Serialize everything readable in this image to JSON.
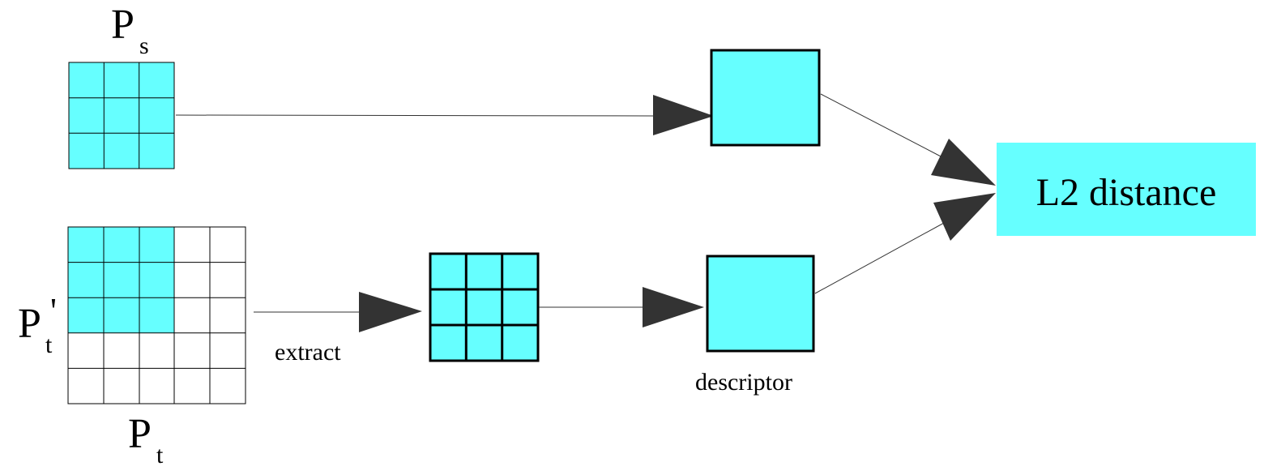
{
  "labels": {
    "p_s_main": "P",
    "p_s_sub": "s",
    "p_t_prime_main": "P",
    "p_t_prime_sub": "t",
    "p_t_prime_mark": "'",
    "p_t_main": "P",
    "p_t_sub": "t",
    "extract": "extract",
    "descriptor": "descriptor",
    "l2_distance": "L2 distance"
  },
  "colors": {
    "cyan": "#66ffff",
    "arrowhead": "#333333",
    "stroke": "#000000"
  }
}
